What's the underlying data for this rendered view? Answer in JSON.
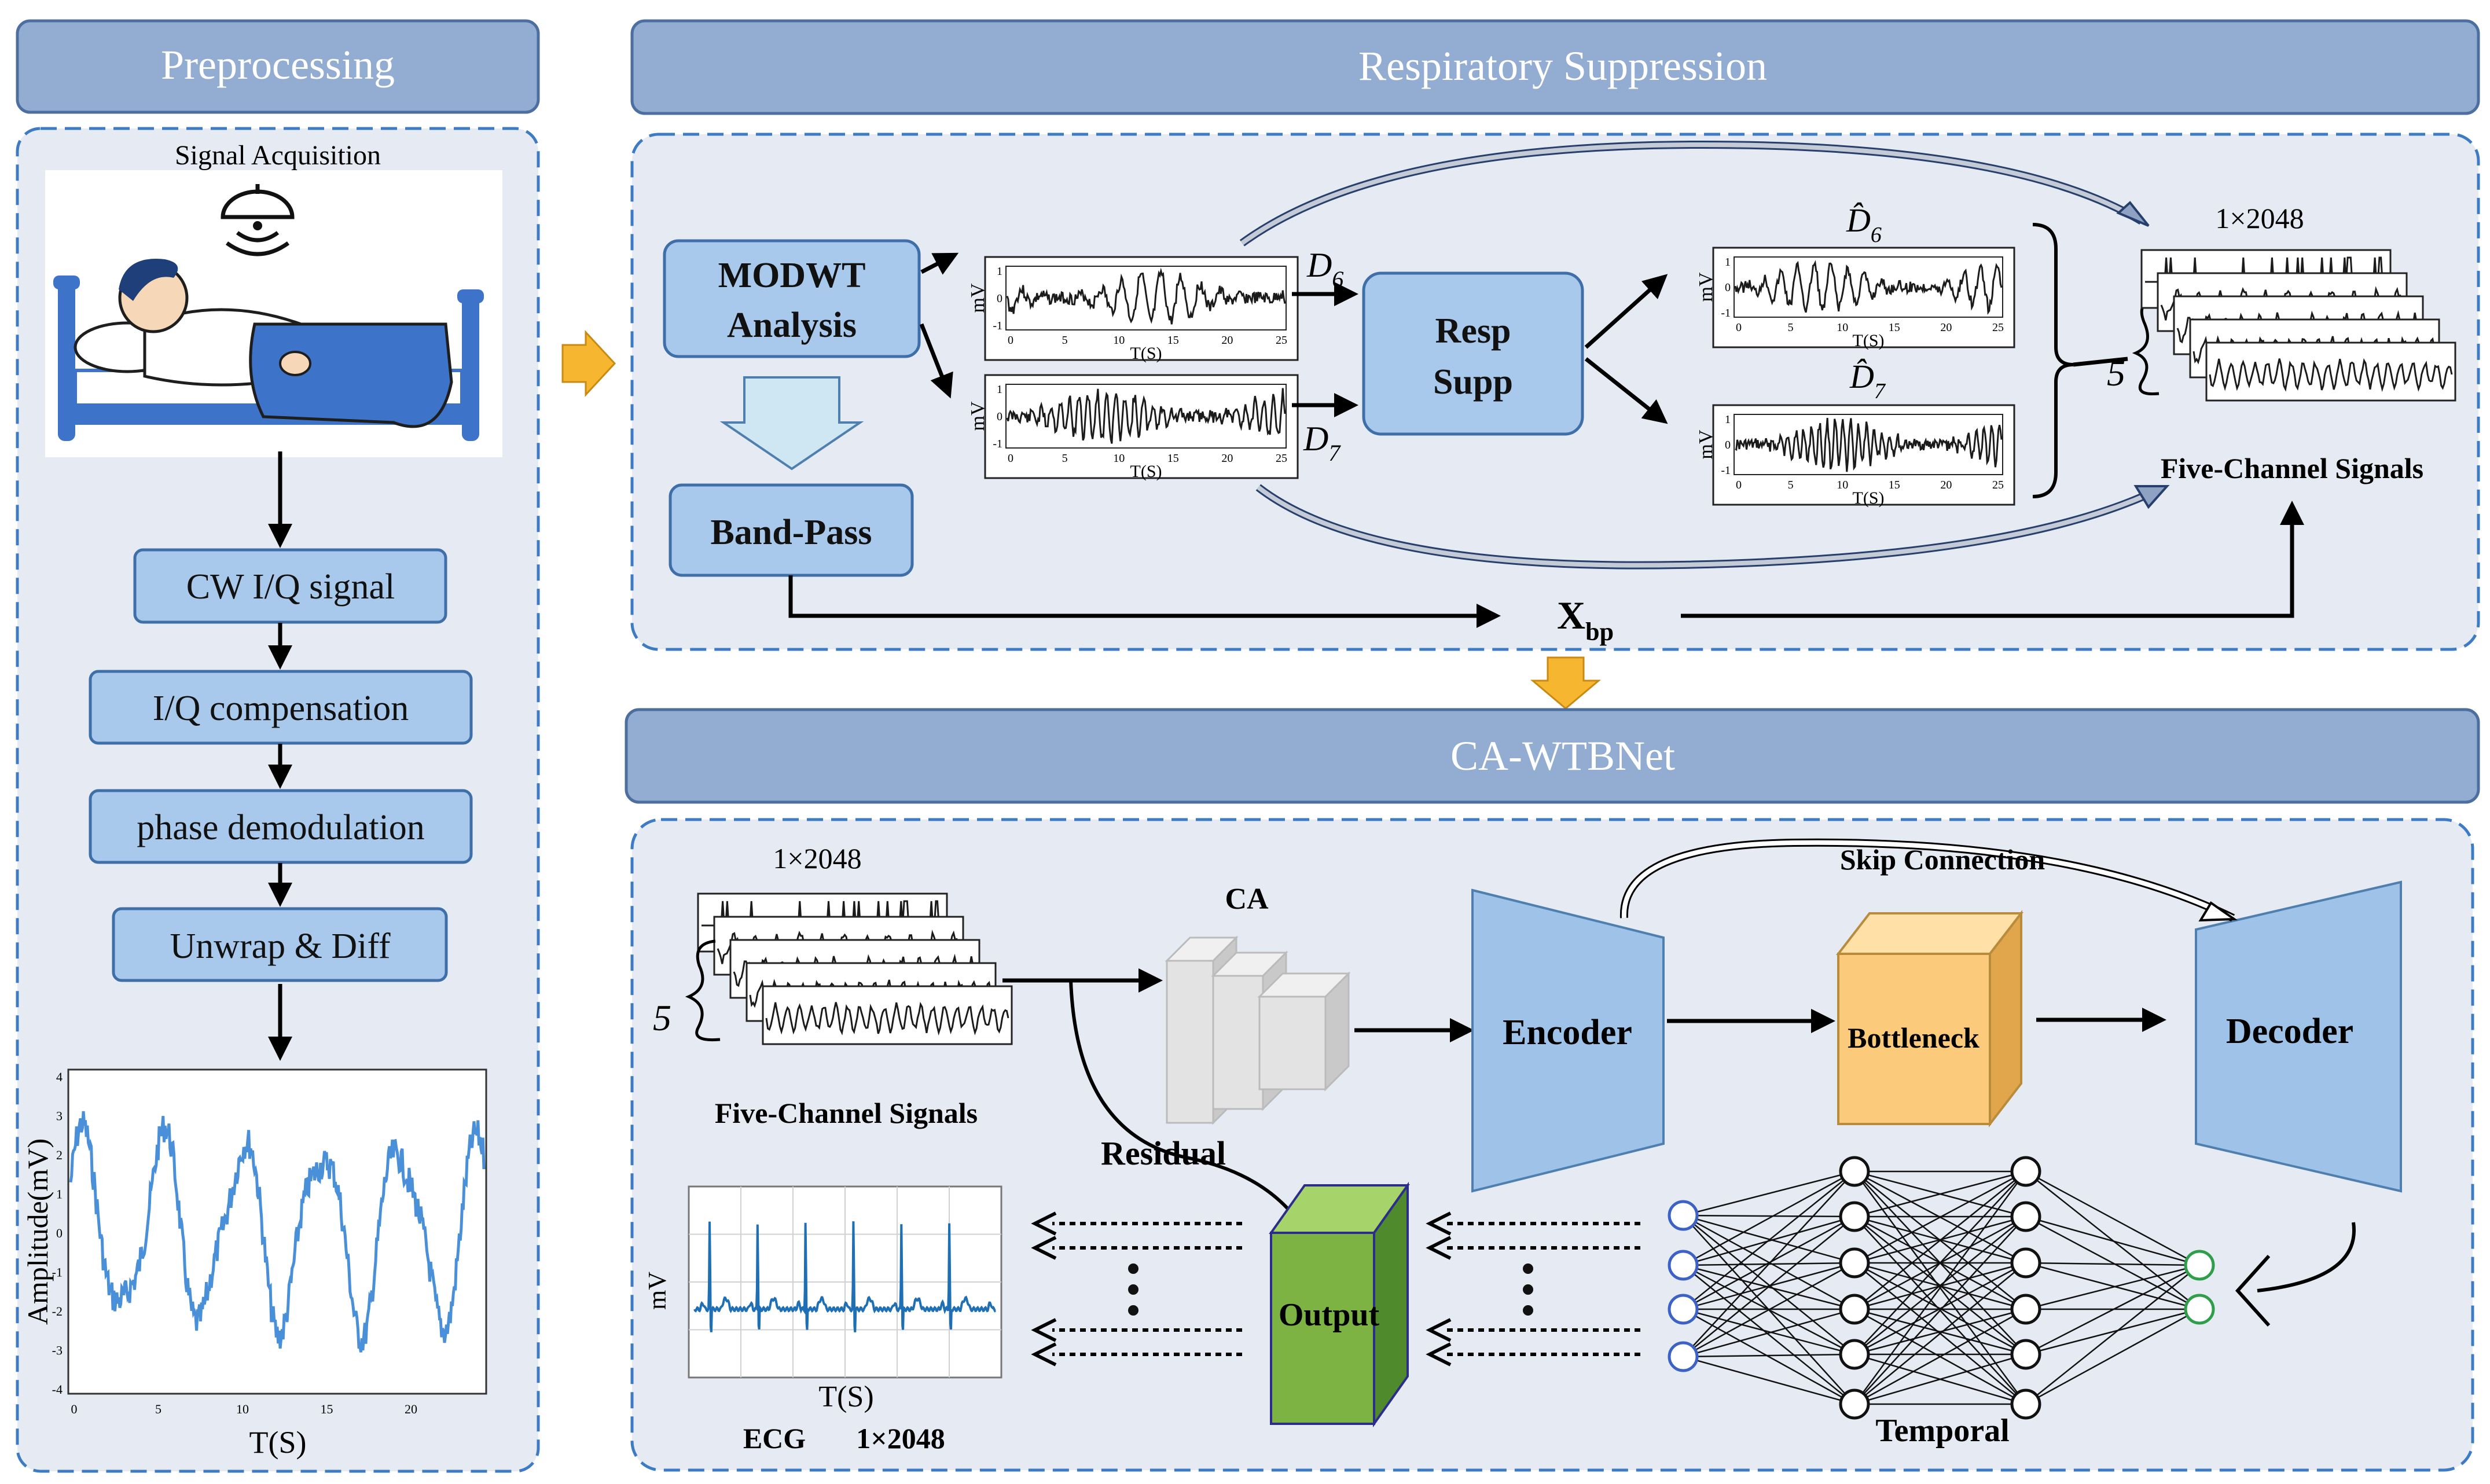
{
  "panels": {
    "preprocessing": {
      "title": "Preprocessing",
      "acquisition_label": "Signal Acquisition",
      "steps": [
        "CW I/Q signal",
        "I/Q compensation",
        "phase demodulation",
        "Unwrap & Diff"
      ],
      "plot": {
        "ylabel": "Amplitude(mV)",
        "xlabel": "T(S)",
        "xticks": [
          "0",
          "5",
          "10",
          "15",
          "20"
        ],
        "yticks": [
          "4",
          "3",
          "2",
          "1",
          "0",
          "-1",
          "-2",
          "-3",
          "-4"
        ]
      }
    },
    "resp": {
      "title": "Respiratory Suppression",
      "modwt_line1": "MODWT",
      "modwt_line2": "Analysis",
      "bandpass": "Band-Pass",
      "resp_line1": "Resp",
      "resp_line2": "Supp",
      "d6": "D",
      "d6_sub": "6",
      "d7": "D",
      "d7_sub": "7",
      "dhat6": "D̂",
      "dhat6_sub": "6",
      "dhat7": "D̂",
      "dhat7_sub": "7",
      "mini_ylabel": "mV",
      "mini_xlabel": "T(S)",
      "mini_xticks": [
        "0",
        "5",
        "10",
        "15",
        "20",
        "25"
      ],
      "mini_yticks": [
        "1",
        "0",
        "-1"
      ],
      "five": "5",
      "size": "1×2048",
      "five_channel": "Five-Channel Signals",
      "xbp": "X",
      "xbp_sub": "bp"
    },
    "net": {
      "title": "CA-WTBNet",
      "size": "1×2048",
      "five": "5",
      "five_channel": "Five-Channel Signals",
      "ca": "CA",
      "residual": "Residual",
      "encoder": "Encoder",
      "bottleneck": "Bottleneck",
      "decoder": "Decoder",
      "skip": "Skip Connection",
      "output": "Output",
      "temporal": "Temporal",
      "ecg_ylabel": "mV",
      "ecg_xlabel": "T(S)",
      "ecg_label": "ECG",
      "ecg_size": "1×2048"
    }
  },
  "colors": {
    "header_fill": "#93acd1",
    "panel_fill": "#e6ebf3",
    "panel_border": "#3d7cc4",
    "box_fill": "#a9c9ec",
    "arrow_orange": "#f6b62f",
    "encoder_fill": "#9fc3e8",
    "bottleneck_fill": "#fbca7a",
    "output_fill": "#7cb342",
    "node_blue": "#3b62c4",
    "node_green": "#2e9e4b",
    "plot_line": "#4a90d9"
  }
}
